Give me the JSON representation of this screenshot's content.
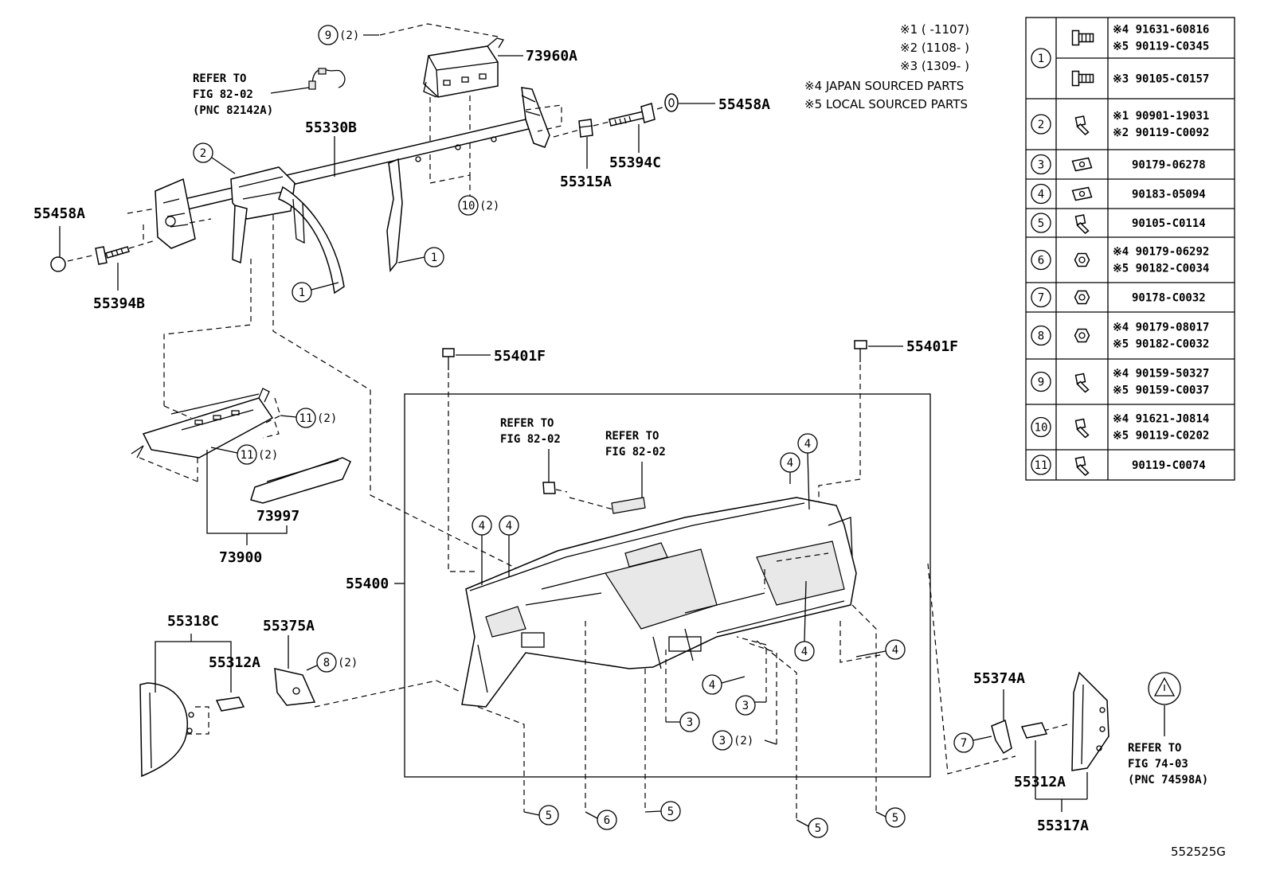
{
  "diagram_id": "552525G",
  "part_labels": {
    "p73960A": "73960A",
    "p55458A_r": "55458A",
    "p55330B": "55330B",
    "p55394C": "55394C",
    "p55315A": "55315A",
    "p55458A_l": "55458A",
    "p55394B": "55394B",
    "p55401F_l": "55401F",
    "p55401F_r": "55401F",
    "p73997": "73997",
    "p73900": "73900",
    "p55400": "55400",
    "p55318C": "55318C",
    "p55375A": "55375A",
    "p55312A_l": "55312A",
    "p55374A": "55374A",
    "p55312A_r": "55312A",
    "p55317A": "55317A"
  },
  "references": {
    "ref_top": [
      "REFER TO",
      "FIG 82-02",
      "(PNC 82142A)"
    ],
    "ref_mid1": [
      "REFER TO",
      "FIG 82-02"
    ],
    "ref_mid2": [
      "REFER TO",
      "FIG 82-02"
    ],
    "ref_right": [
      "REFER TO",
      "FIG 74-03",
      "(PNC 74598A)"
    ]
  },
  "notes": [
    "※1 (   -1107)",
    "※2 (1108-   )",
    "※3 (1309-   )",
    "※4 JAPAN SOURCED PARTS",
    "※5 LOCAL SOURCED PARTS"
  ],
  "callouts": {
    "c9": "9",
    "c9q": "(2)",
    "c2": "2",
    "c10": "10",
    "c10q": "(2)",
    "c1a": "1",
    "c1b": "1",
    "c11a": "11",
    "c11aq": "(2)",
    "c11b": "11",
    "c11bq": "(2)",
    "c8": "8",
    "c8q": "(2)",
    "c4a": "4",
    "c4b": "4",
    "c4c": "4",
    "c4d": "4",
    "c4e": "4",
    "c4f": "4",
    "c4g": "4",
    "c3a": "3",
    "c3b": "3",
    "c3c": "3",
    "c3cq": "(2)",
    "c5a": "5",
    "c5b": "5",
    "c5c": "5",
    "c5d": "5",
    "c6": "6",
    "c7": "7"
  },
  "fastener_table": [
    {
      "num": "1",
      "lines": [
        "※4 91631-60816",
        "※5 90119-C0345"
      ],
      "icon": "bolt-long-icon"
    },
    {
      "num": "",
      "lines": [
        "※3 90105-C0157"
      ],
      "icon": "bolt-long-icon"
    },
    {
      "num": "2",
      "lines": [
        "※1 90901-19031",
        "※2 90119-C0092"
      ],
      "icon": "bolt-icon"
    },
    {
      "num": "3",
      "lines": [
        "90179-06278"
      ],
      "icon": "clip-nut-icon"
    },
    {
      "num": "4",
      "lines": [
        "90183-05094"
      ],
      "icon": "clip-nut-icon"
    },
    {
      "num": "5",
      "lines": [
        "90105-C0114"
      ],
      "icon": "bolt-icon"
    },
    {
      "num": "6",
      "lines": [
        "※4 90179-06292",
        "※5 90182-C0034"
      ],
      "icon": "nut-icon"
    },
    {
      "num": "7",
      "lines": [
        "90178-C0032"
      ],
      "icon": "nut-icon"
    },
    {
      "num": "8",
      "lines": [
        "※4 90179-08017",
        "※5 90182-C0032"
      ],
      "icon": "nut-icon"
    },
    {
      "num": "9",
      "lines": [
        "※4 90159-50327",
        "※5 90159-C0037"
      ],
      "icon": "bolt-icon"
    },
    {
      "num": "10",
      "lines": [
        "※4 91621-J0814",
        "※5 90119-C0202"
      ],
      "icon": "bolt-icon"
    },
    {
      "num": "11",
      "lines": [
        "90119-C0074"
      ],
      "icon": "bolt-icon"
    }
  ],
  "warning_label_icon": "airbag-warning-icon"
}
